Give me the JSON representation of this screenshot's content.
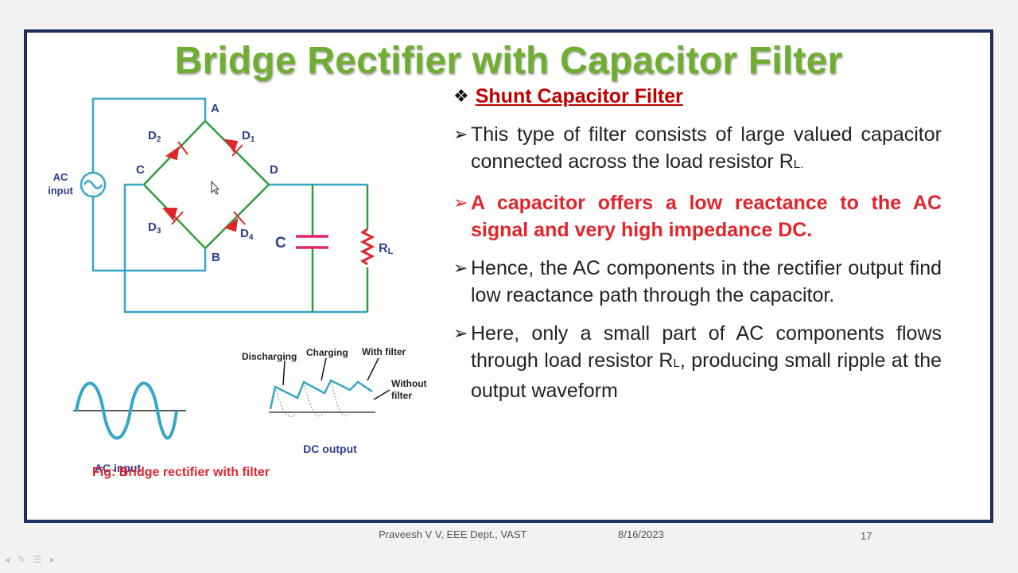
{
  "slide": {
    "title": "Bridge Rectifier with Capacitor Filter",
    "caption": "Fig: Bridge rectifier with filter",
    "heading": "Shunt Capacitor Filter",
    "bullets": [
      {
        "text": "This type of filter consists of large valued capacitor connected across the load resistor R",
        "sub": "L.",
        "red": false
      },
      {
        "text": "A capacitor offers a low reactance to the AC signal and very high impedance DC.",
        "sub": "",
        "red": true
      },
      {
        "text": "Hence, the AC components in the rectifier output find low reactance path through the capacitor.",
        "sub": "",
        "red": false
      },
      {
        "text": "Here, only a small part of AC components flows through load resistor R",
        "sub": "L",
        "tail": ", producing small ripple at the output waveform",
        "red": false
      }
    ]
  },
  "circuit": {
    "node_a": "A",
    "node_b": "B",
    "node_c": "C",
    "node_d": "D",
    "d1": "D",
    "d1_sub": "1",
    "d2": "D",
    "d2_sub": "2",
    "d3": "D",
    "d3_sub": "3",
    "d4": "D",
    "d4_sub": "4",
    "ac_input_line1": "AC",
    "ac_input_line2": "input",
    "capacitor_label": "C",
    "resistor_label": "R",
    "resistor_sub": "L"
  },
  "waveforms": {
    "ac_input_label": "AC input",
    "dc_output_label": "DC output",
    "discharging": "Discharging",
    "charging": "Charging",
    "with_filter": "With filter",
    "without_filter_1": "Without",
    "without_filter_2": "filter"
  },
  "footer": {
    "author": "Praveesh V V, EEE Dept., VAST",
    "date": "8/16/2023",
    "page": "17"
  },
  "colors": {
    "title": "#6fae32",
    "frame": "#1f2d5c",
    "wire_blue": "#36a6c8",
    "wire_green": "#2e9e3a",
    "diode_red": "#e0262c",
    "capacitor": "#e0266e",
    "label_blue": "#2e3d8f",
    "highlight_red": "#e0262c",
    "heading_red": "#c00000"
  }
}
